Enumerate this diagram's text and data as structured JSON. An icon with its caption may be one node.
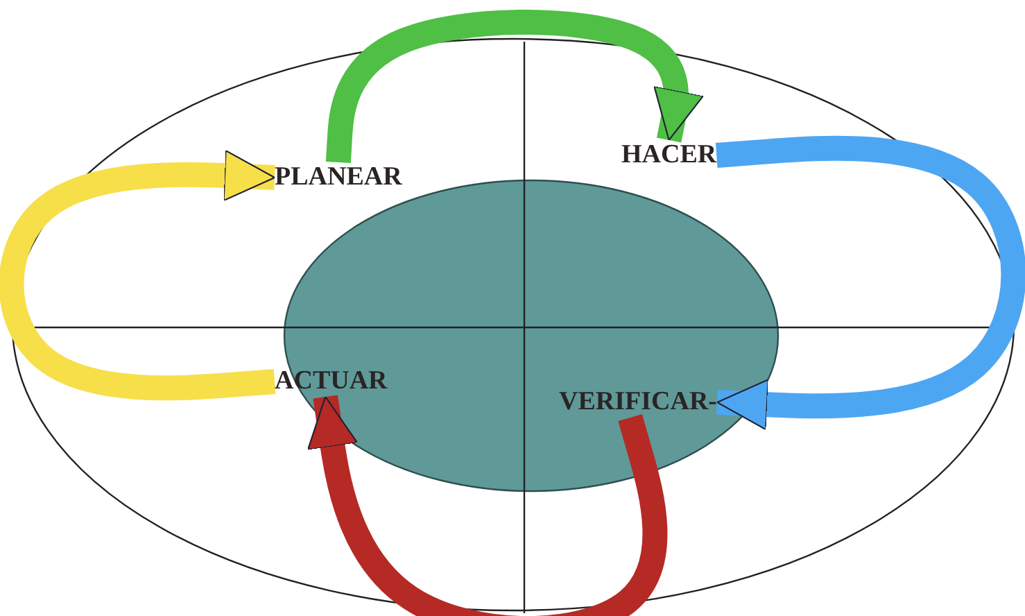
{
  "diagram": {
    "nodes": [
      {
        "text": [
          "PLANEAR"
        ]
      },
      {
        "text": [
          "HACER"
        ]
      },
      {
        "text": [
          "VERIFICAR-"
        ]
      },
      {
        "text": [
          "ACTUAR"
        ]
      }
    ],
    "edges": [
      {
        "from": 0,
        "to": 1,
        "arrow": "to",
        "color": "#4fbf45"
      },
      {
        "from": 1,
        "to": 2,
        "arrow": "to",
        "color": "#4da6f2"
      },
      {
        "from": 2,
        "to": 3,
        "arrow": "to",
        "color": "#b52a25"
      },
      {
        "from": 3,
        "to": 0,
        "arrow": "to",
        "color": "#f7df4a"
      }
    ]
  }
}
